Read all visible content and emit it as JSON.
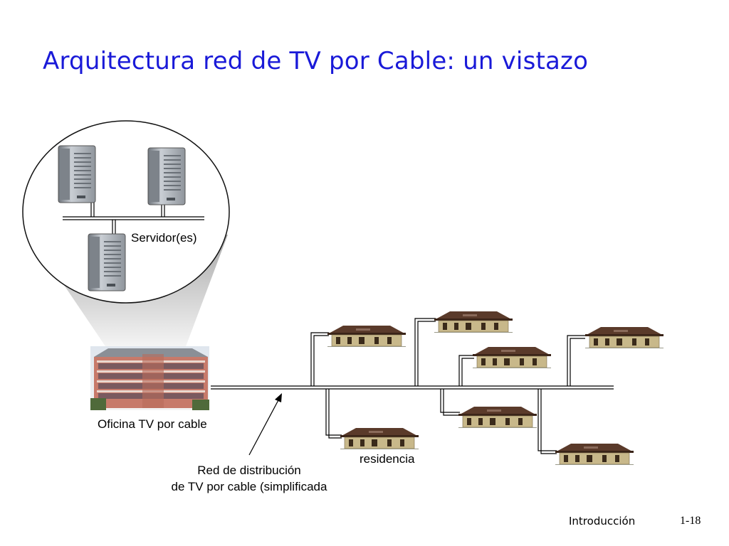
{
  "slide": {
    "title": "Arquitectura red de TV por Cable: un vistazo",
    "footer_title": "Introducción",
    "page_number": "1-18"
  },
  "labels": {
    "servers": "Servidor(es)",
    "office": "Oficina TV por cable",
    "residence": "residencia",
    "network_line1": "Red de distribución",
    "network_line2": "de TV por cable (simplificada"
  },
  "icons": {
    "server": "server-tower-icon",
    "house": "house-icon",
    "office": "office-building-icon"
  },
  "colors": {
    "title": "#1a1ad8",
    "cable": "#000000",
    "house_wall": "#c8b88a",
    "house_roof": "#5a3a2a",
    "building": "#c77a6a",
    "server": "#b9bfc6"
  }
}
